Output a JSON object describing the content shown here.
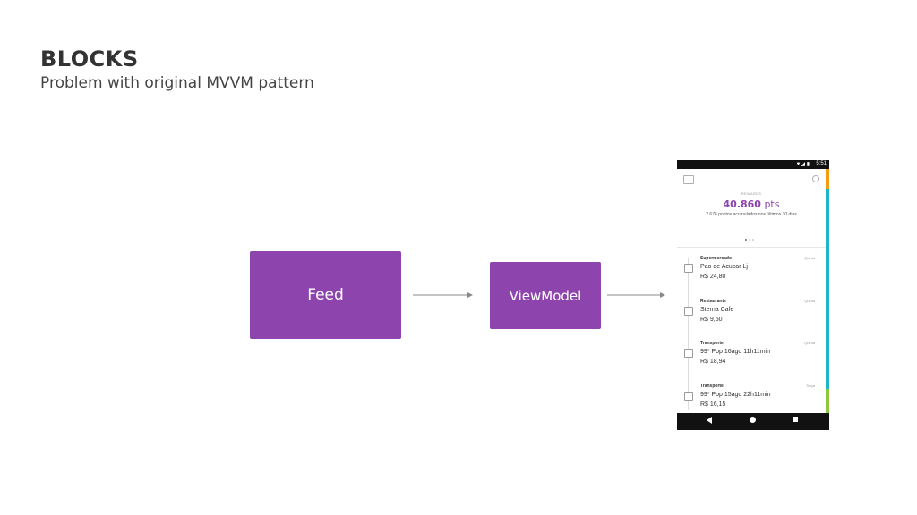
{
  "slide": {
    "title": "BLOCKS",
    "subtitle": "Problem with original MVVM pattern"
  },
  "diagram": {
    "feed_label": "Feed",
    "viewmodel_label": "ViewModel",
    "accent_color": "#8e44ad"
  },
  "phone": {
    "status_time": "5:51",
    "status_signal": "▼◢ ▮",
    "rewards_label": "REWARDS",
    "points_value": "40.860",
    "points_unit": "pts",
    "points_desc": "2.676 pontos acumulados nos últimos 30 dias",
    "transactions": [
      {
        "category": "Supermercado",
        "day": "Quinta",
        "name": "Pao de Acucar Lj",
        "amount": "R$ 24,80",
        "icon": "cart-icon"
      },
      {
        "category": "Restaurante",
        "day": "Quinta",
        "name": "Sterna Cafe",
        "amount": "R$ 9,50",
        "icon": "cutlery-icon"
      },
      {
        "category": "Transporte",
        "day": "Quinta",
        "name": "99* Pop 16ago 11h11min",
        "amount": "R$ 18,94",
        "icon": "bus-icon"
      },
      {
        "category": "Transporte",
        "day": "Terça",
        "name": "99* Pop 15ago 22h11min",
        "amount": "R$ 16,15",
        "icon": "bus-icon"
      }
    ]
  }
}
